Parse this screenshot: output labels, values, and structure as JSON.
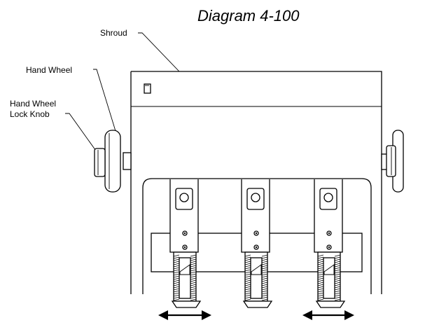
{
  "diagram": {
    "title": "Diagram 4-100",
    "labels": {
      "shroud": "Shroud",
      "hand_wheel": "Hand Wheel",
      "lock_knob_line1": "Hand Wheel",
      "lock_knob_line2": "Lock Knob"
    },
    "icons": [
      "hand-wheel-icon",
      "lock-knob-icon",
      "double-arrow-icon"
    ]
  }
}
